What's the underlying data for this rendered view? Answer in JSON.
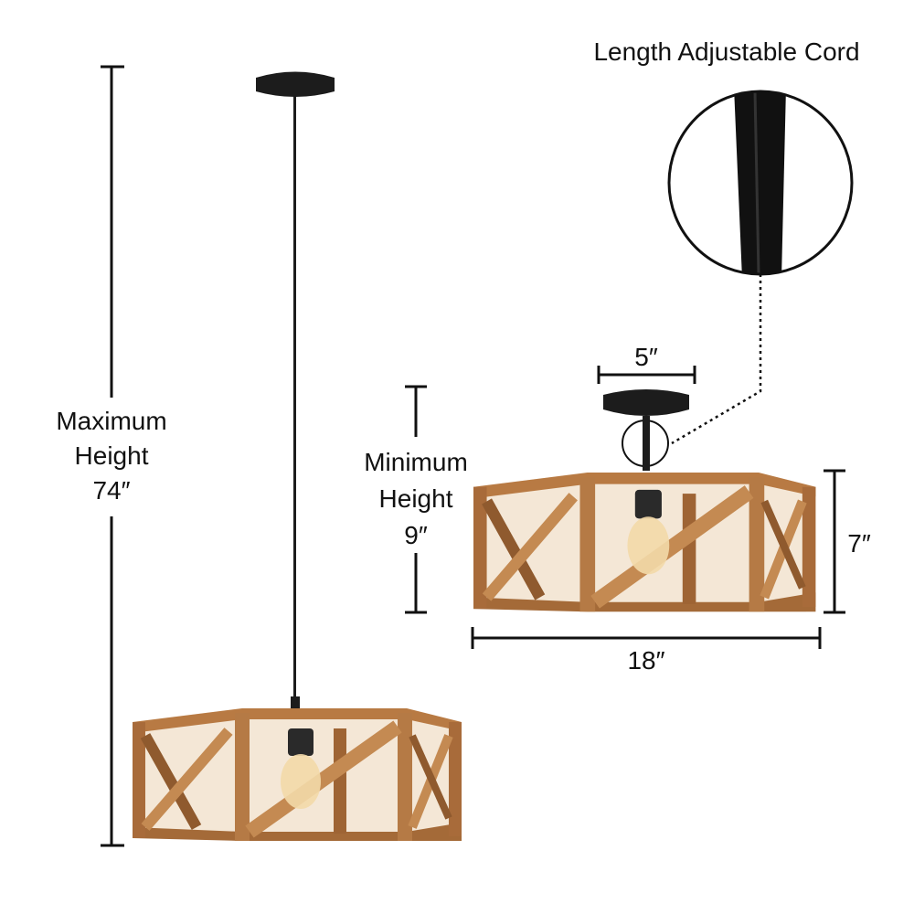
{
  "labels": {
    "cord_title": "Length Adjustable Cord",
    "max_height_line1": "Maximum",
    "max_height_line2": "Height",
    "max_height_value": "74″",
    "min_height_line1": "Minimum",
    "min_height_line2": "Height",
    "min_height_value": "9″",
    "canopy_width": "5″",
    "shade_height": "7″",
    "shade_width": "18″"
  },
  "colors": {
    "line": "#111111",
    "fixture_black": "#1c1c1c",
    "wood_light": "#c48a52",
    "wood_dark": "#8f5a2e",
    "bulb_glow": "#f3d9a8"
  }
}
